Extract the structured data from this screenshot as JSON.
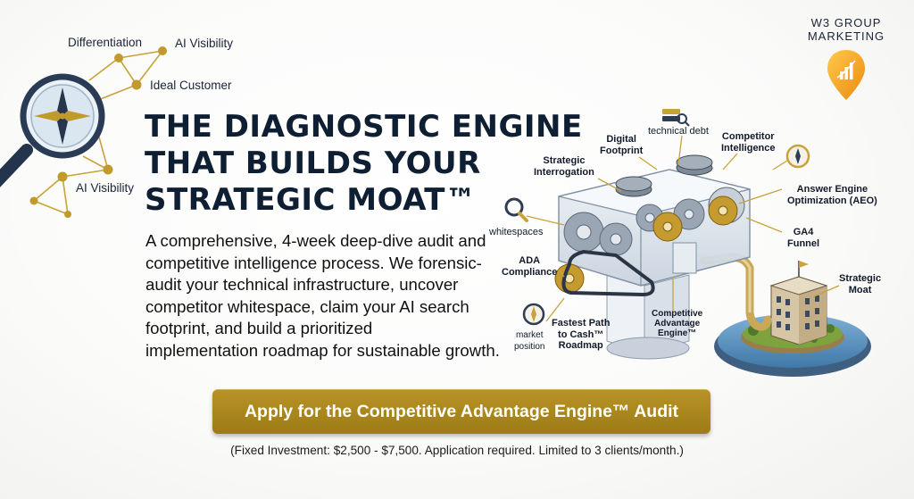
{
  "constellation": {
    "labels": [
      "Differentiation",
      "AI Visibility",
      "Ideal Customer",
      "AI Visibility"
    ]
  },
  "brand": {
    "line1": "W3 GROUP",
    "line2": "MARKETING",
    "accent_color": "#f5a21b"
  },
  "hero": {
    "headline_lines": [
      "THE DIAGNOSTIC ENGINE",
      "THAT BUILDS YOUR",
      "STRATEGIC MOAT™"
    ],
    "body_lines": [
      "A comprehensive, 4-week deep-dive audit and",
      "competitive intelligence process. We forensic-",
      "audit your technical infrastructure, uncover",
      "competitor whitespace, claim your AI search",
      "footprint, and build a prioritized",
      "implementation roadmap for sustainable growth."
    ]
  },
  "engine": {
    "labels": {
      "technical_debt": "technical debt",
      "digital_footprint": [
        "Digital",
        "Footprint"
      ],
      "competitor_intelligence": [
        "Competitor",
        "Intelligence"
      ],
      "strategic_interrogation": [
        "Strategic",
        "Interrogation"
      ],
      "aeo": [
        "Answer Engine",
        "Optimization (AEO)"
      ],
      "whitespaces": "whitespaces",
      "ga4_funnel": [
        "GA4",
        "Funnel"
      ],
      "ada_compliance": [
        "ADA",
        "Compliance"
      ],
      "strategic_moat": [
        "Strategic",
        "Moat"
      ],
      "competitive_engine": [
        "Competitive",
        "Advantage",
        "Engine™"
      ],
      "fastest_path": [
        "Fastest Path",
        "to Cash™",
        "Roadmap"
      ],
      "market_position": [
        "market",
        "position"
      ]
    },
    "icons": [
      "magnifier-compass-icon",
      "server-stack-icon",
      "compass-icon",
      "magnifier-icon",
      "building-icon",
      "flag-icon",
      "gear-icon"
    ]
  },
  "cta": {
    "label": "Apply for the Competitive Advantage Engine™ Audit",
    "color": "#a8861c"
  },
  "footnote": "(Fixed Investment: $2,500 - $7,500. Application required. Limited to 3 clients/month.)"
}
